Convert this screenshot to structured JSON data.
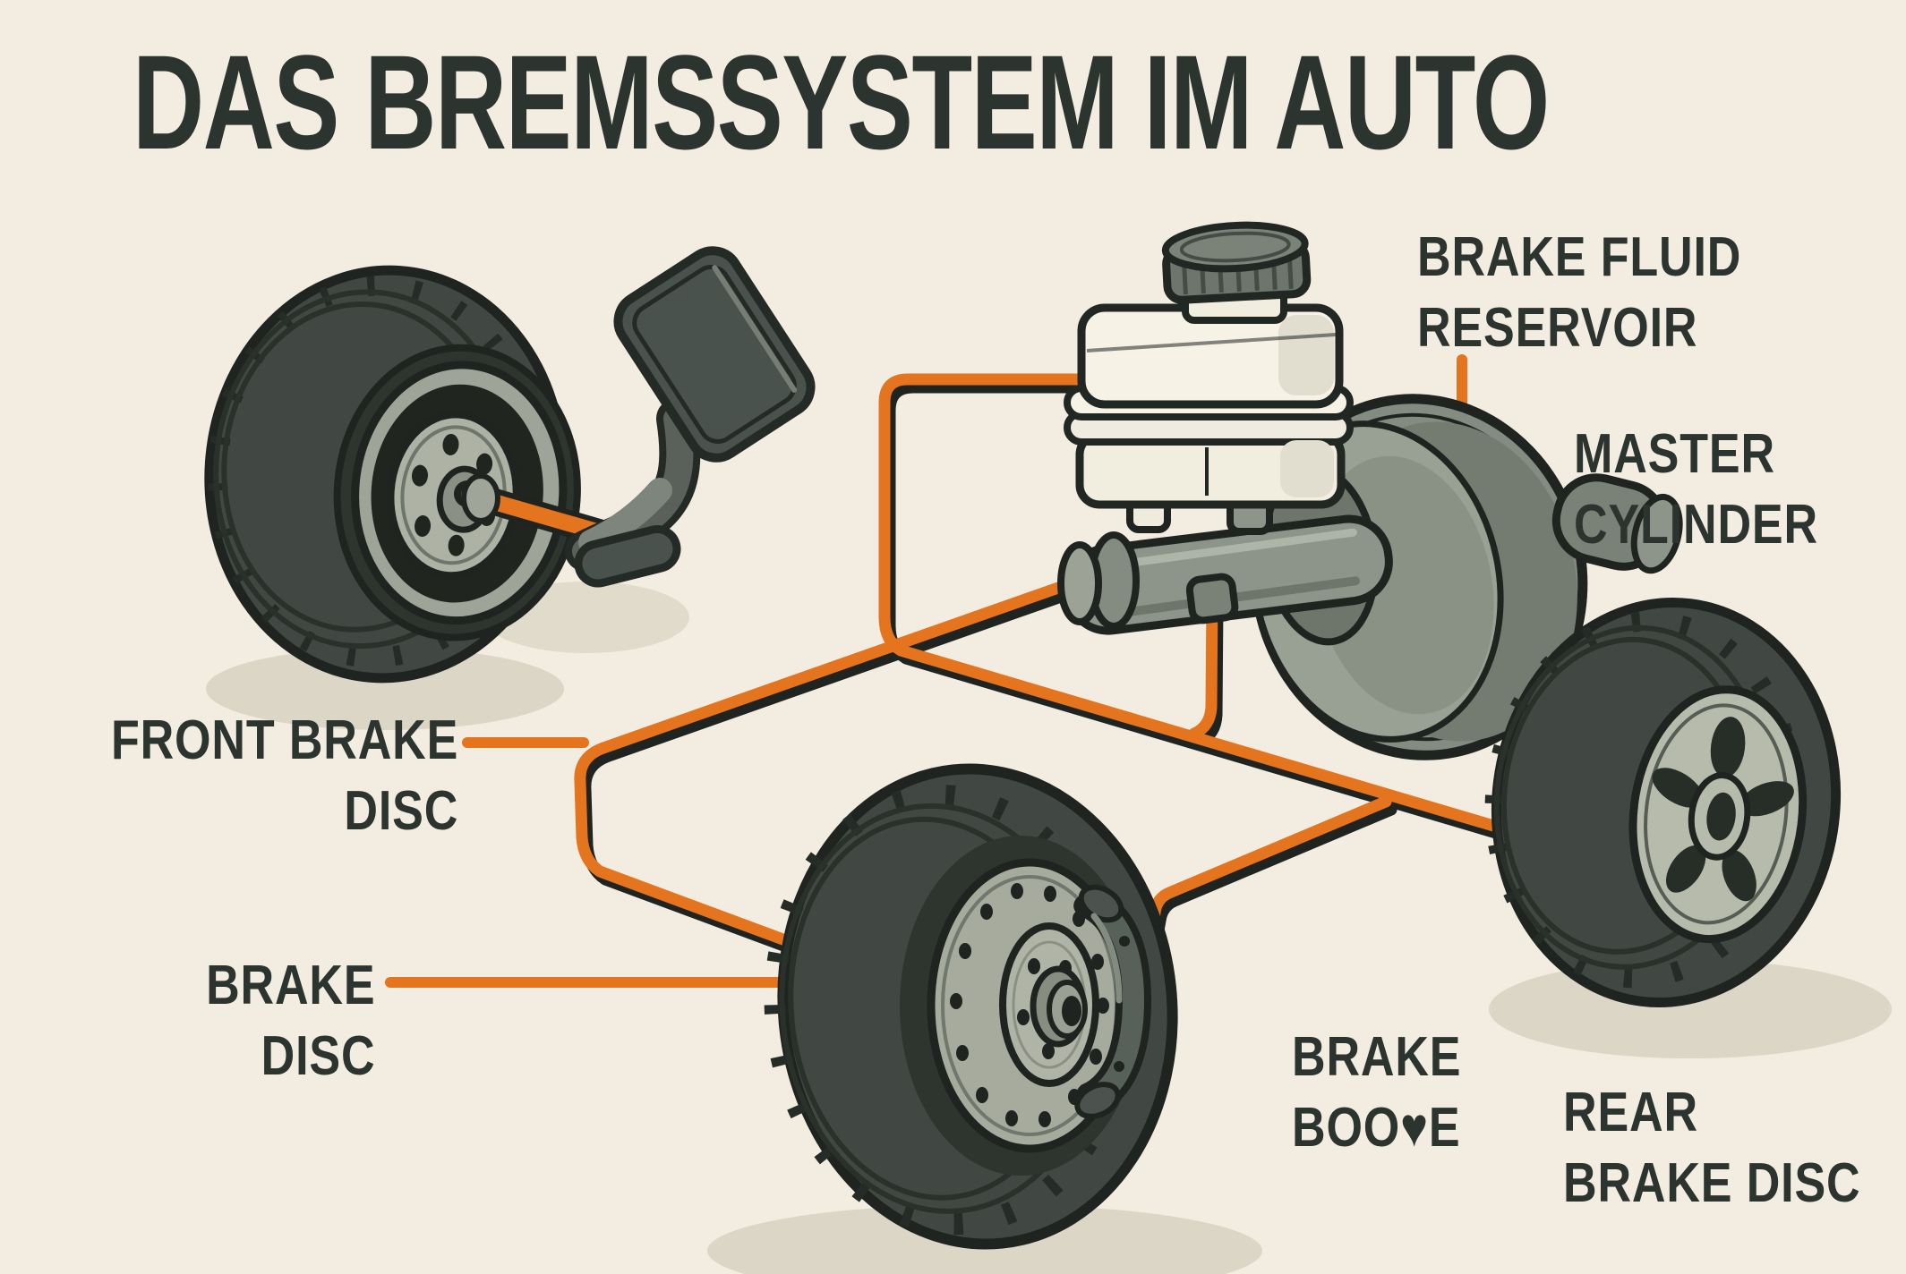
{
  "title": {
    "text": "DAS BREMSSYSTEM IM AUTO"
  },
  "labels": {
    "brake_fluid_reservoir": {
      "line1": "BRAKE FLUID",
      "line2": "RESERVOIR"
    },
    "master_cylinder": {
      "line1": "MASTER",
      "line2": "CYLINDER"
    },
    "front_brake_disc": {
      "line1": "FRONT BRAKE",
      "line2": "DISC"
    },
    "brake_disc": {
      "line1": "BRAKE",
      "line2": "DISC"
    },
    "brake_booster": {
      "line1": "BRAKE",
      "line2": "BOO♥E"
    },
    "rear_brake_disc": {
      "line1": "REAR",
      "line2": "BRAKE DISC"
    }
  },
  "colors": {
    "background": "#F3EDE1",
    "ink": "#2C3430",
    "accent_orange": "#E5741F",
    "outline": "#1F2420",
    "tire": "#414843",
    "metal_light": "#B7BBAC",
    "metal_mid": "#8D9489",
    "reservoir_white": "#F6F2E6",
    "shadow": "#DBD6C5"
  },
  "illustration_parts": [
    "front-wheel",
    "brake-pedal",
    "pedal-pushrod",
    "brake-lines",
    "brake-fluid-reservoir",
    "reservoir-cap",
    "master-cylinder-body",
    "brake-booster-dome",
    "front-brake-disc-wheel",
    "brake-caliper",
    "rear-wheel",
    "alloy-rim"
  ]
}
